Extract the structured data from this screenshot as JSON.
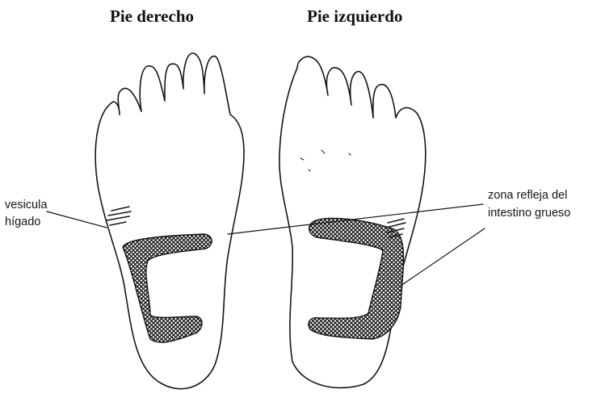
{
  "titles": {
    "right_foot": "Pie derecho",
    "left_foot": "Pie izquierdo"
  },
  "labels": {
    "gallbladder": "vesicula",
    "liver": "hígado",
    "intestine_line1": "zona refleja del",
    "intestine_line2": "intestino grueso"
  },
  "colors": {
    "ink": "#151515",
    "paper": "#ffffff"
  }
}
